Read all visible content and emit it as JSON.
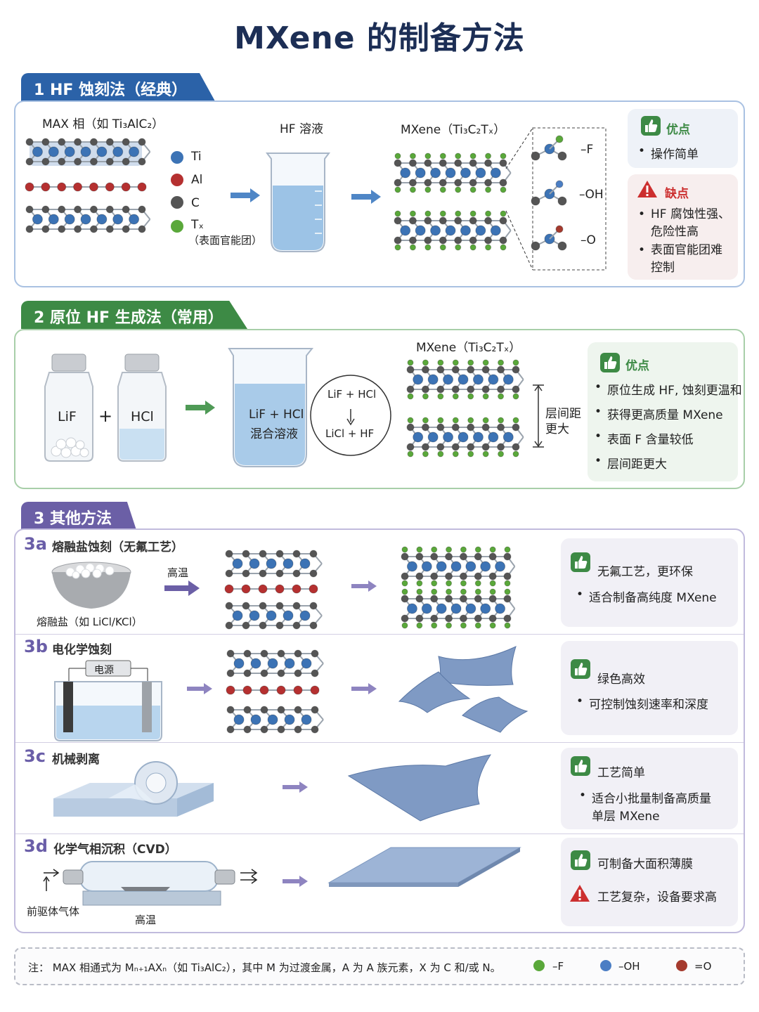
{
  "title": "MXene 的制备方法",
  "sections": {
    "s1": {
      "tab": "1  HF 蚀刻法（经典）",
      "max_label": "MAX 相（如 Ti₃AlC₂）",
      "hf_label": "HF 溶液",
      "mxene_label": "MXene（Ti₃C₂Tₓ）",
      "legend": [
        "Ti",
        "Al",
        "C",
        "Tₓ",
        "（表面官能团）"
      ],
      "groups": [
        "–F",
        "–OH",
        "–O"
      ],
      "pros_title": "优点",
      "pros": [
        "操作简单"
      ],
      "cons_title": "缺点",
      "cons": [
        "HF 腐蚀性强、危险性高",
        "表面官能团难控制"
      ]
    },
    "s2": {
      "tab": "2  原位 HF 生成法（常用）",
      "lif": "LiF",
      "plus": "+",
      "hcl": "HCl",
      "mix_line1": "LiF + HCl",
      "mix_line2": "混合溶液",
      "reaction_top": "LiF + HCl",
      "reaction_bottom": "LiCl + HF",
      "mxene_label": "MXene（Ti₃C₂Tₓ）",
      "spacing_label_1": "层间距",
      "spacing_label_2": "更大",
      "pros_title": "优点",
      "pros": [
        "原位生成 HF, 蚀刻更温和",
        "获得更高质量 MXene",
        "表面 F 含量较低",
        "层间距更大"
      ]
    },
    "s3": {
      "tab": "3  其他方法",
      "a": {
        "id": "3a",
        "name": "熔融盐蚀刻（无氟工艺）",
        "heat": "高温",
        "salt": "熔融盐（如 LiCl/KCl）",
        "pro_head": "无氟工艺，更环保",
        "pros": [
          "适合制备高纯度 MXene"
        ]
      },
      "b": {
        "id": "3b",
        "name": "电化学蚀刻",
        "power": "电源",
        "pro_head": "绿色高效",
        "pros": [
          "可控制蚀刻速率和深度"
        ]
      },
      "c": {
        "id": "3c",
        "name": "机械剥离",
        "pro_head": "工艺简单",
        "pros": [
          "适合小批量制备高质量",
          "单层 MXene"
        ]
      },
      "d": {
        "id": "3d",
        "name": "化学气相沉积（CVD）",
        "gas": "前驱体气体",
        "heat": "高温",
        "pro_head": "可制备大面积薄膜",
        "con_head": "工艺复杂，设备要求高"
      }
    }
  },
  "note": {
    "text": "注：  MAX 相通式为 Mₙ₊₁AXₙ（如 Ti₃AlC₂），其中 M 为过渡金属，A 为 A 族元素，X 为 C 和/或 N。",
    "legend": [
      "–F",
      "–OH",
      "=O"
    ]
  },
  "colors": {
    "s1": "#2b62a8",
    "s2": "#3d8a45",
    "s3": "#6b5fa6",
    "ti": "#3c73b5",
    "al": "#b53030",
    "c": "#555555",
    "f": "#5aa83a",
    "oh": "#4b7ec4",
    "o": "#a53a2e"
  }
}
